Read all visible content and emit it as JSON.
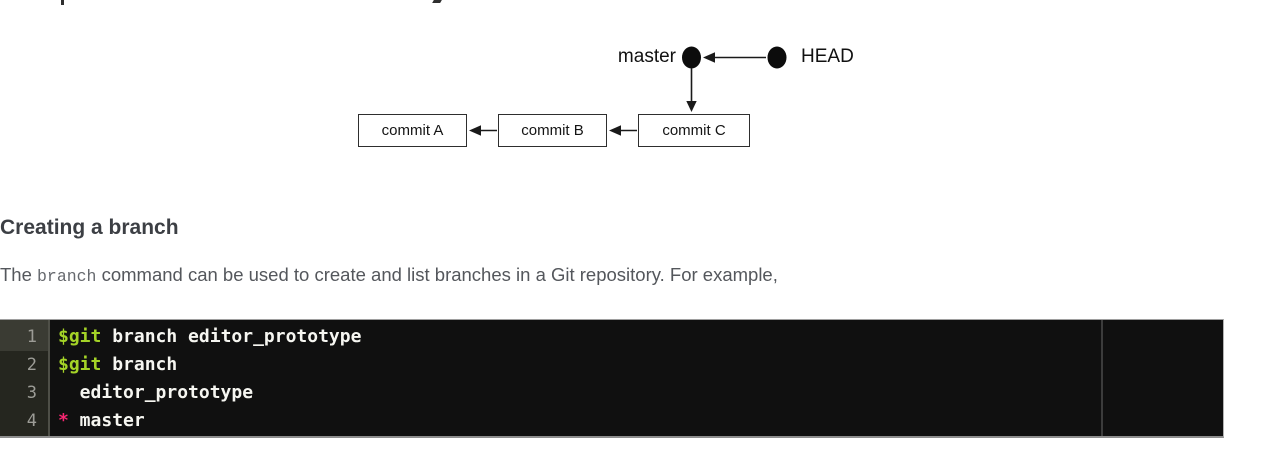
{
  "diagram": {
    "master_label": "master",
    "head_label": "HEAD",
    "commits": [
      {
        "label": "commit A"
      },
      {
        "label": "commit B"
      },
      {
        "label": "commit C"
      }
    ]
  },
  "section": {
    "heading": "Creating a branch",
    "paragraph": {
      "before": "The ",
      "code": "branch",
      "after": " command can be used to create and list branches in a Git repository. For example,"
    }
  },
  "code_block": {
    "lines": [
      {
        "number": "1",
        "prompt": "$git",
        "rest": " branch editor_prototype"
      },
      {
        "number": "2",
        "prompt": "$git",
        "rest": " branch"
      },
      {
        "number": "3",
        "rest": "  editor_prototype"
      },
      {
        "number": "4",
        "star": "*",
        "rest": " master"
      }
    ],
    "colors": {
      "background": "#101010",
      "gutter_background": "#25261f",
      "gutter_active_background": "#3a3b33",
      "line_number": "#9c9c96",
      "command_green": "#a4d327",
      "star_pink": "#f92672",
      "text": "#f6f6f1"
    }
  }
}
